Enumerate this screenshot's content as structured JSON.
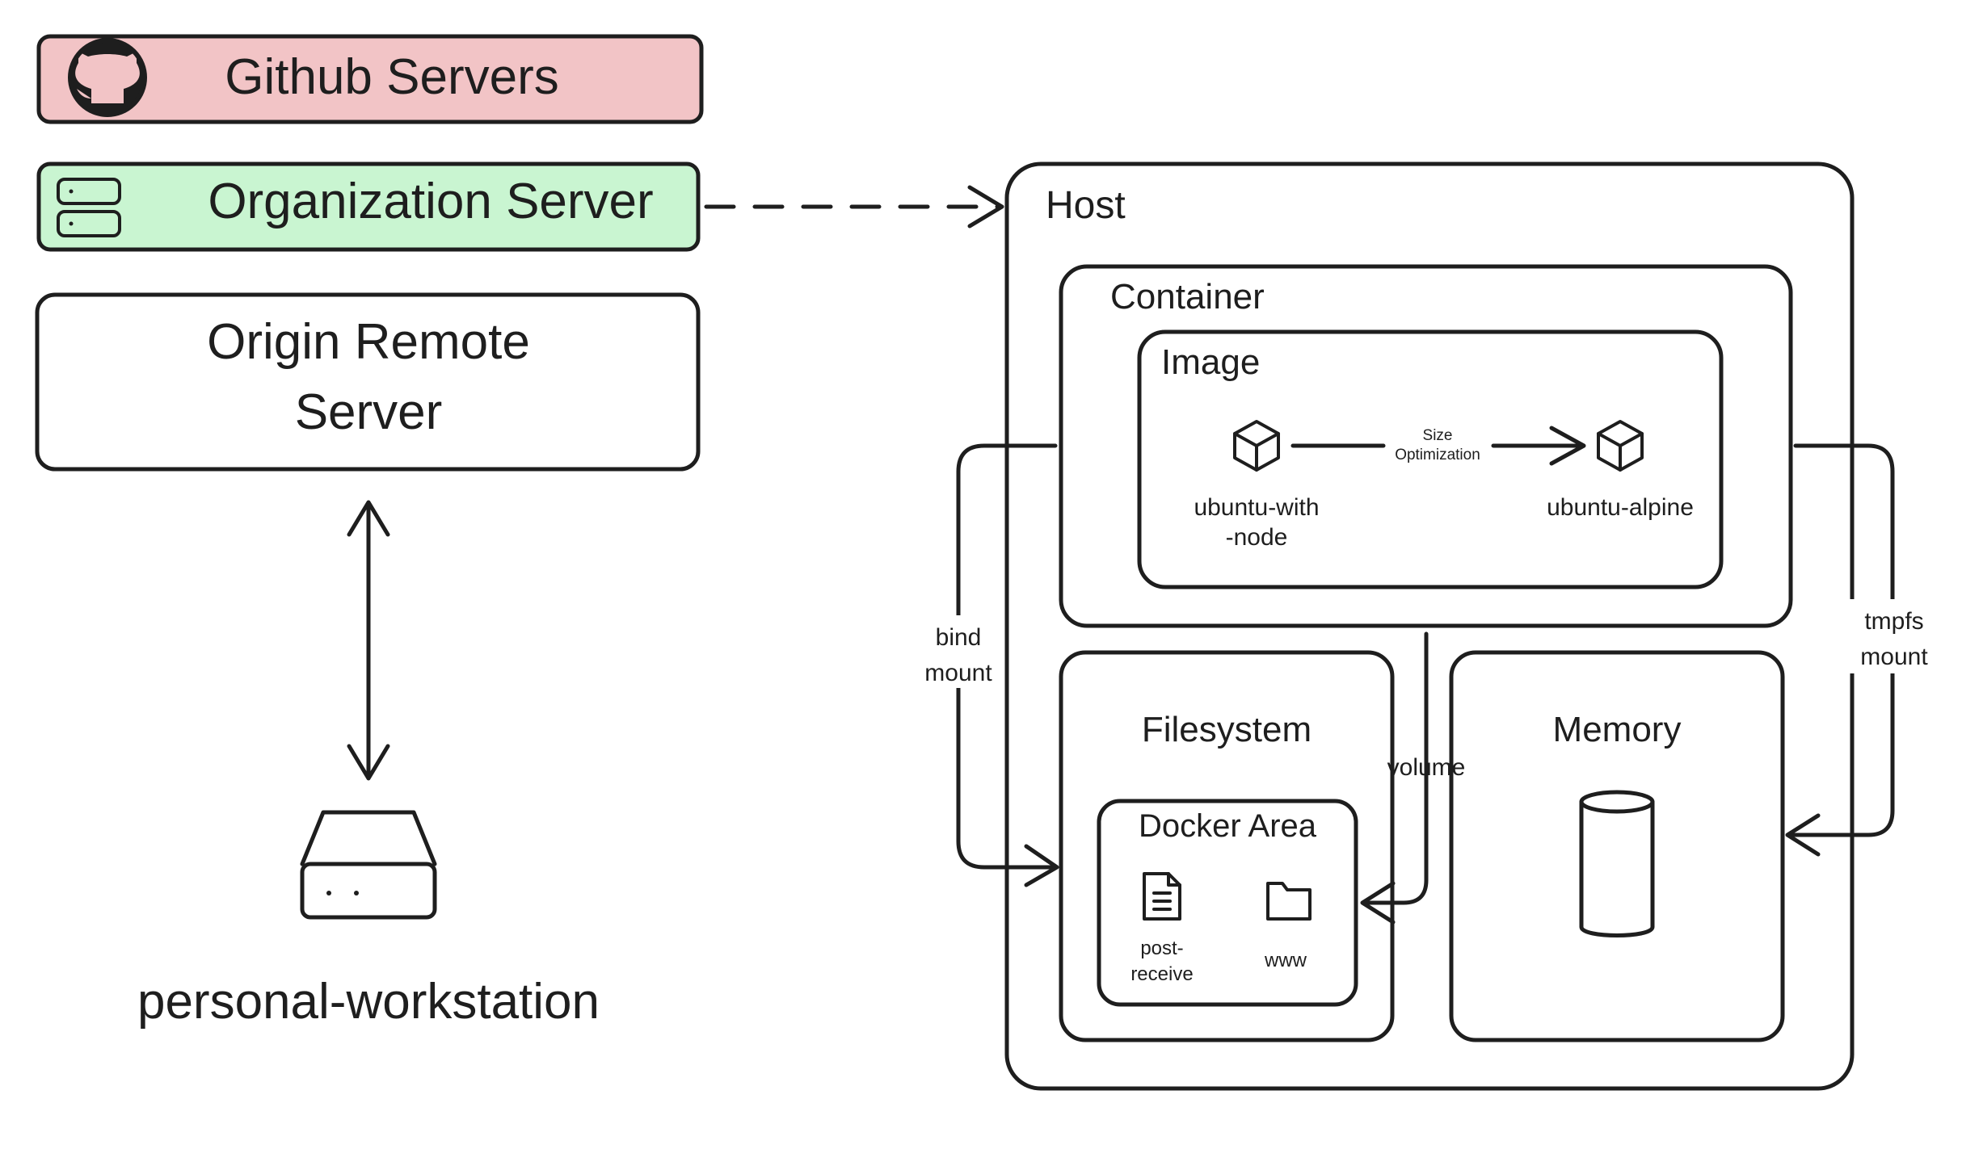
{
  "colors": {
    "stroke": "#1e1e1e",
    "github_fill": "#f2c4c6",
    "org_fill": "#c9f5d1",
    "background": "#ffffff"
  },
  "servers": {
    "github": {
      "label": "Github Servers",
      "icon": "github-icon"
    },
    "organization": {
      "label": "Organization Server",
      "icon": "server-icon"
    },
    "origin": {
      "line1": "Origin Remote",
      "line2": "Server"
    }
  },
  "workstation": {
    "label": "personal-workstation",
    "icon": "hard-drive-icon"
  },
  "host": {
    "title": "Host",
    "container": {
      "title": "Container",
      "image": {
        "title": "Image",
        "source": {
          "line1": "ubuntu-with",
          "line2": "-node",
          "icon": "cube-icon"
        },
        "target": {
          "label": "ubuntu-alpine",
          "icon": "cube-icon"
        },
        "edge": {
          "line1": "Size",
          "line2": "Optimization"
        }
      }
    },
    "filesystem": {
      "title": "Filesystem",
      "docker_area": {
        "title": "Docker Area",
        "files": [
          {
            "line1": "post-",
            "line2": "receive",
            "icon": "file-icon"
          },
          {
            "line1": "www",
            "icon": "folder-icon"
          }
        ]
      }
    },
    "memory": {
      "title": "Memory",
      "icon": "cylinder-icon"
    },
    "mounts": {
      "bind": {
        "line1": "bind",
        "line2": "mount"
      },
      "tmpfs": {
        "line1": "tmpfs",
        "line2": "mount"
      },
      "volume": "volume"
    }
  }
}
